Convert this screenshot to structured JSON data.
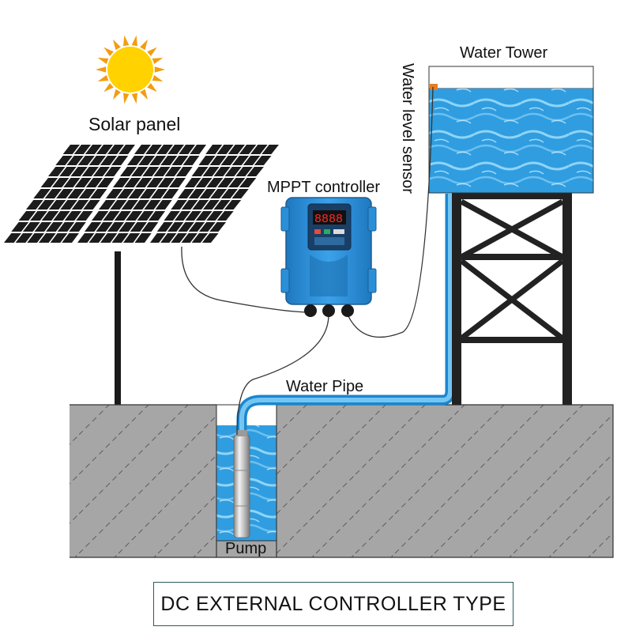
{
  "labels": {
    "solar_panel": "Solar panel",
    "mppt_controller": "MPPT controller",
    "water_tower": "Water Tower",
    "water_level_sensor": "Water level sensor",
    "water_pipe": "Water Pipe",
    "pump": "Pump"
  },
  "controller_display": "8888",
  "caption": "DC EXTERNAL CONTROLLER TYPE",
  "colors": {
    "water": "#2f9de0",
    "water_light": "#8fd3f7",
    "controller_body": "#2b8fd8",
    "ground": "#a6a6a6",
    "sun": "#ffd200",
    "sun_rays": "#f39c12",
    "panel_cell": "#1c1c1c",
    "tower_frame": "#222222"
  }
}
